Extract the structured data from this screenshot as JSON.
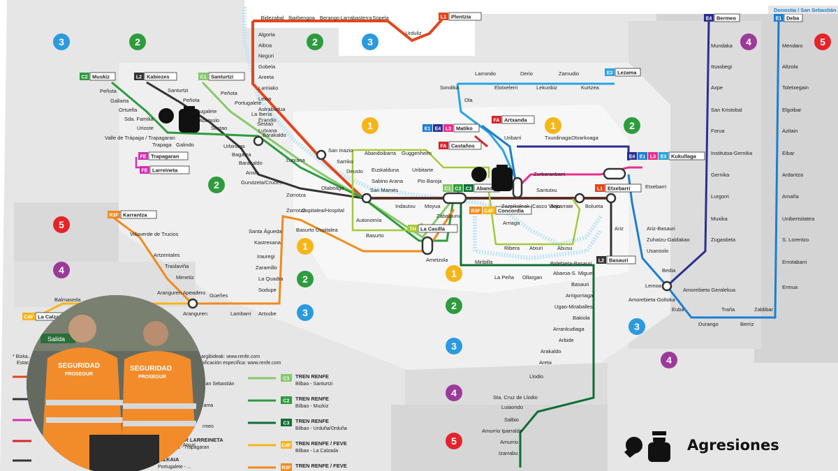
{
  "zones": [
    "1",
    "2",
    "3",
    "4",
    "5"
  ],
  "colors": {
    "zone1": "#f5b51b",
    "zone2": "#2e9c3e",
    "zone3": "#2b9ae0",
    "zone4": "#9b3a98",
    "zone5": "#e4232b",
    "L1": "#e1461f",
    "L2": "#333333",
    "L3": "#e8308b",
    "E1": "#1b7ecf",
    "E3": "#2aa4e0",
    "E4": "#2a2f8f",
    "C1": "#86c96a",
    "C2": "#2e9c3e",
    "C3": "#0f6e34",
    "C4F": "#f5b51b",
    "R3F": "#f08a1c",
    "FA": "#d7252d",
    "FE": "#d42fb5",
    "TH": "#a4c93a",
    "BZ": "#222222"
  },
  "terminals": {
    "plentzia": {
      "code": "L1",
      "name": "Plentzia"
    },
    "muskiz": {
      "code": "C2",
      "name": "Muskiz"
    },
    "kabiezes": {
      "code": "L2",
      "name": "Kabiezes"
    },
    "santurtzi": {
      "code": "C1",
      "name": "Santurtzi"
    },
    "lezama": {
      "code": "E3",
      "name": "Lezama"
    },
    "bermeo": {
      "code": "E4",
      "name": "Bermeo"
    },
    "deba": {
      "code": "E1",
      "name": "Deba"
    },
    "artxanda": {
      "code": "FA",
      "name": "Artxanda"
    },
    "matiko": {
      "codes": [
        "E1",
        "E4",
        "L3"
      ],
      "name": "Matiko"
    },
    "castanos": {
      "code": "FA",
      "name": "Castaños"
    },
    "trapagaran": {
      "code": "FE",
      "name": "Trapagaran"
    },
    "larreineta": {
      "code": "FE",
      "name": "Larreineta"
    },
    "karrantza": {
      "code": "R3F",
      "name": "Karrantza"
    },
    "lacalzada": {
      "code": "C4F",
      "name": "La Calzada"
    },
    "kukullaga": {
      "codes": [
        "E4",
        "E1",
        "L3",
        "E3"
      ],
      "name": "Kukullaga"
    },
    "etxebarri": {
      "code": "L1",
      "name": "Etxebarri"
    },
    "basauri": {
      "code": "L2",
      "name": "Basauri"
    },
    "abando": {
      "codes": [
        "C1",
        "C2",
        "C3"
      ],
      "name": "Abando"
    },
    "casilla": {
      "code": "TH",
      "name": "La Casilla"
    },
    "concordia": {
      "codes": [
        "R3F",
        "C4F"
      ],
      "name": "Concordia"
    }
  },
  "direction_label": "Donostia / San Sebastián",
  "stations": {
    "l1_top": [
      "Bidezabal",
      "Ibarbengoa",
      "Berango",
      "Larrabasterra",
      "Sopela",
      "Urduliz"
    ],
    "l1_right": [
      "Algorta",
      "Aiboa",
      "Neguri",
      "Gobela",
      "Areeta",
      "Lamiako",
      "Leioa",
      "Astrabudua",
      "Erandio",
      "Lutxana"
    ],
    "l2_left": [
      "Santurtzi",
      "Peñota",
      "Portugalete",
      "Abatxolo",
      "Urbinaga",
      "Bagatza",
      "Barakaldo",
      "Ansio",
      "Gurutzeta/Cruces",
      "Zorrotza"
    ],
    "c2_left": [
      "Peñota",
      "Gallarta",
      "Ortuella",
      "Sda. Familia",
      "Urioste",
      "Valle de Trápaga / Trapagaran",
      "Trapaga",
      "Galindo"
    ],
    "c1_left": [
      "Peñota",
      "Portugalete",
      "La Iberia",
      "Sestao",
      "Sestao",
      "Lutxana"
    ],
    "central": [
      "Barakaldo",
      "San Inazio",
      "Sarriko",
      "Deusto",
      "Olabeaga",
      "San Mamés",
      "Indautxu",
      "Moyua",
      "Zabalburu",
      "Basurto",
      "Autonomía",
      "Abandoibarra",
      "Euskalduna",
      "Sabino Arana",
      "Guggenheim",
      "Uribitarte",
      "Pio Baroja",
      "Ametzola",
      "Miribilla"
    ],
    "east": [
      "Zazpikaleak /Casco Viejo",
      "Santutxu",
      "Basarrate",
      "Bolueta",
      "Ariz",
      "Txurdinaga",
      "Otxarkoaga",
      "Zurbaranbarri",
      "Uribarri",
      "Arriaga",
      "Ribera",
      "Atxuri",
      "Abusu"
    ],
    "lezama": [
      "Sondika",
      "Ola",
      "Larrondo",
      "Elotxelerri",
      "Derio",
      "Lekunbiz",
      "Zamudio",
      "Kurtzea"
    ],
    "e4": [
      "Mundaka",
      "Itsasbegi",
      "Axpe",
      "San Kristobal",
      "Forua",
      "Institutoa-Gernika",
      "Gernika",
      "Lurgorri",
      "Muxika",
      "Zugastieta",
      "Amorebieta Geralekua"
    ],
    "e1": [
      "Mendaro",
      "Altzola",
      "Toletxegain",
      "Elgoibar",
      "Azitain",
      "Eibar",
      "Ardantza",
      "Amaña",
      "Unibertsitatea",
      "S. Lorentzo",
      "Errotabarri",
      "Ermua",
      "Zaldibar",
      "Berriz",
      "Traña",
      "Durango",
      "Euba"
    ],
    "e_mid": [
      "Etxebarri",
      "Ariz-Basauri",
      "Zuhatzu-Galdakao",
      "Usansolo",
      "Bedia",
      "Lemoa",
      "Amorebieta-Goltoka"
    ],
    "c3": [
      "La Peña",
      "Ollargan",
      "Bidebieta-Basauri",
      "Abaroa-S. Miguel",
      "Basauri",
      "Arrigorriaga",
      "Ugao-Miraballes",
      "Bakiola",
      "Arrankudiaga",
      "Arbide",
      "Arakaldo",
      "Areta",
      "Llodio",
      "Sta. Cruz de Llodio",
      "Luiaondo",
      "Salbio",
      "Amurrio Iparralde",
      "Amurrio",
      "Izarrabu"
    ],
    "r3f": [
      "Villaverde de Trucios",
      "Artzentales",
      "Traslaviña",
      "Mimetiz",
      "Güeñes",
      "Aranguren",
      "Lambarri",
      "Artxube",
      "Sodupe",
      "La Quadra",
      "Zaramillo",
      "Irauregi",
      "Kastrexana",
      "Santa Águeda",
      "Zorrotza",
      "Ospitalea/Hospital",
      "Basurto Ospitalea"
    ],
    "c4f": [
      "Balmaseda",
      "Aranguren Apeadero"
    ]
  },
  "legend": [
    {
      "code": "C1",
      "title": "TREN RENFE",
      "sub": "Bilbao - Santurtzi"
    },
    {
      "code": "C2",
      "title": "TREN RENFE",
      "sub": "Bilbao - Muzkiz"
    },
    {
      "code": "C3",
      "title": "TREN RENFE",
      "sub": "Bilbao - Urduña/Orduña"
    },
    {
      "code": "C4F",
      "title": "TREN RENFE / FEVE",
      "sub": "Bilbao - La Calzada"
    },
    {
      "code": "R3F",
      "title": "TREN RENFE / FEVE",
      "sub": "Bilbao - Karrantza"
    }
  ],
  "legend_left": [
    {
      "code": "FE",
      "title": "FUNICULAR LARREINETA",
      "sub": "Larreineta - Trapagaran"
    },
    {
      "code": "BZ",
      "title": "BIZKAIA",
      "sub": "Portugalete - ..."
    }
  ],
  "legend_partial": [
    "/San Sebastián",
    "zama",
    "rmeo",
    "asilla - Atxuri"
  ],
  "info_lines": [
    "* Bizka...",
    "argibideak: www.renfe.com",
    "nificación específica: www.renfe.com",
    "Estac..."
  ],
  "overlay": {
    "title": "Agresiones",
    "icon": "police-aggression-icon"
  },
  "photo": {
    "vest_text": "SEGURIDAD",
    "vest_sub": "PROSEGUR",
    "sign": "Salida"
  }
}
